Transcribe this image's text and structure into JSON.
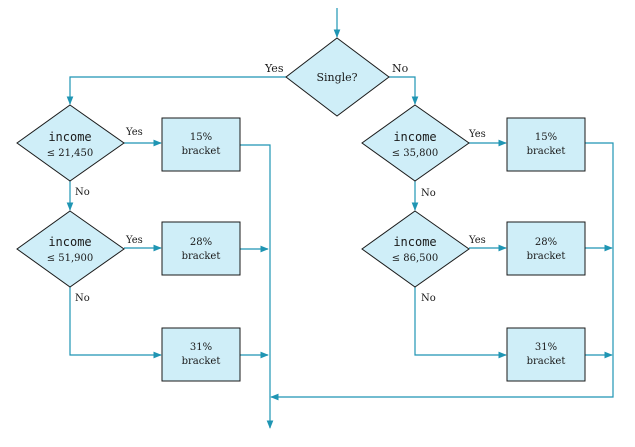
{
  "colors": {
    "line": "#1f95b3",
    "box_fill": "#cfeef8",
    "box_stroke": "#1a1a1a",
    "text": "#1a1a1a"
  },
  "top_decision": {
    "label": "Single?",
    "yes": "Yes",
    "no": "No"
  },
  "left": {
    "decision1": {
      "line1": "income",
      "line2": "≤ 21,450",
      "yes": "Yes",
      "no": "No"
    },
    "decision2": {
      "line1": "income",
      "line2": "≤ 51,900",
      "yes": "Yes",
      "no": "No"
    },
    "box1": {
      "line1": "15%",
      "line2": "bracket"
    },
    "box2": {
      "line1": "28%",
      "line2": "bracket"
    },
    "box3": {
      "line1": "31%",
      "line2": "bracket"
    }
  },
  "right": {
    "decision1": {
      "line1": "income",
      "line2": "≤ 35,800",
      "yes": "Yes",
      "no": "No"
    },
    "decision2": {
      "line1": "income",
      "line2": "≤ 86,500",
      "yes": "Yes",
      "no": "No"
    },
    "box1": {
      "line1": "15%",
      "line2": "bracket"
    },
    "box2": {
      "line1": "28%",
      "line2": "bracket"
    },
    "box3": {
      "line1": "31%",
      "line2": "bracket"
    }
  }
}
